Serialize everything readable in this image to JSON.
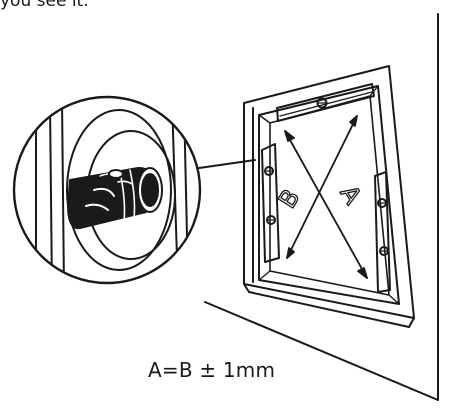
{
  "top_fragment": "you see it.",
  "label_a": "A",
  "label_b": "B",
  "tolerance_text": "A=B ± 1mm",
  "line_color": "#1a1a1a"
}
